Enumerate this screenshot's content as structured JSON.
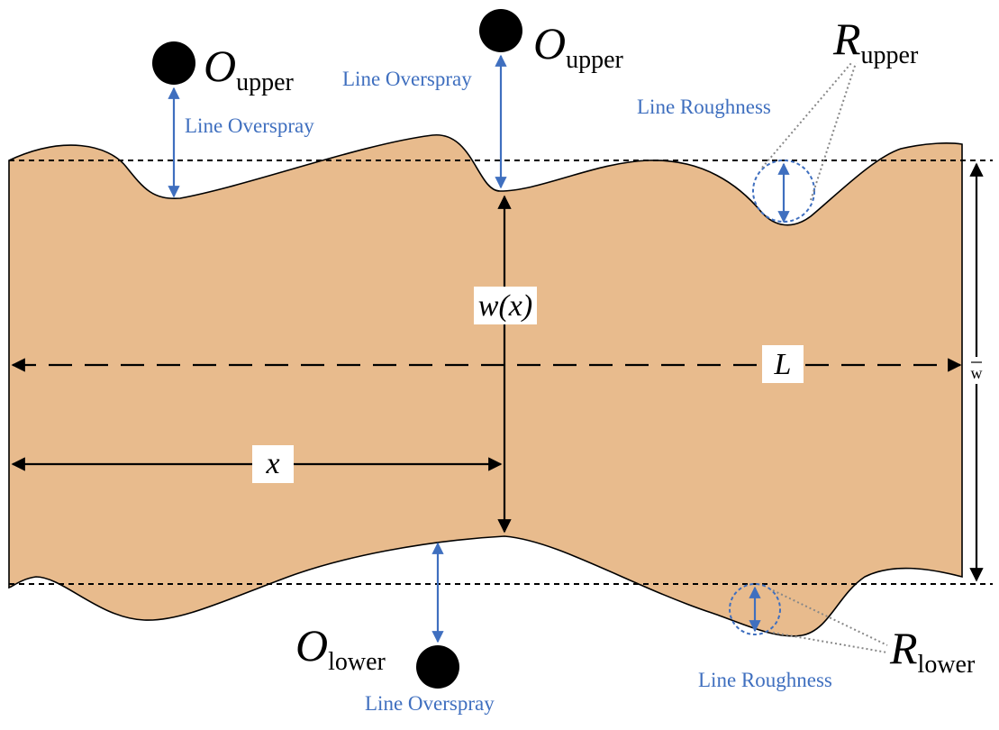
{
  "labels": {
    "overspray": "Line Overspray",
    "roughness": "Line Roughness",
    "O_symbol": "O",
    "R_symbol": "R",
    "upper_sub": "upper",
    "lower_sub": "lower",
    "width_label": "w(x)",
    "length_label": "L",
    "x_label": "x",
    "mean_width_label": "w"
  },
  "colors": {
    "fill": "#e8bb8d",
    "outline": "#000000",
    "annotation_blue": "#3f6fbf",
    "guide_gray": "#888888"
  }
}
